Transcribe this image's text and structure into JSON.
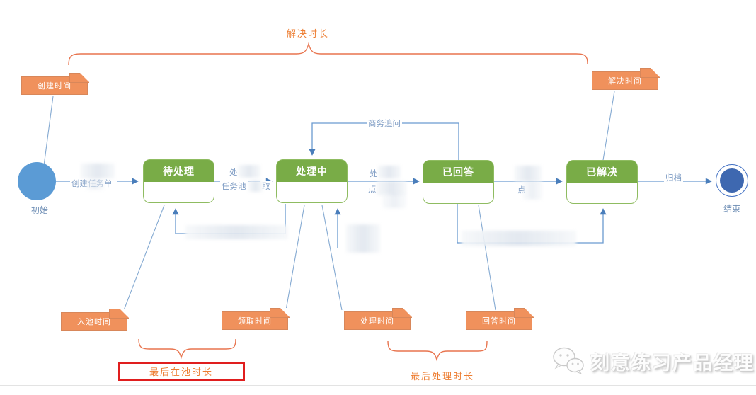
{
  "nodes": {
    "start": {
      "label": "初始"
    },
    "end": {
      "label": "结束"
    },
    "states": [
      {
        "label": "待处理"
      },
      {
        "label": "处理中"
      },
      {
        "label": "已回答"
      },
      {
        "label": "已解决"
      }
    ]
  },
  "tags": [
    {
      "label": "创建时间"
    },
    {
      "label": "入池时间"
    },
    {
      "label": "领取时间"
    },
    {
      "label": "处理时间"
    },
    {
      "label": "回答时间"
    },
    {
      "label": "解决时间"
    }
  ],
  "edges": {
    "create_label": "创建任务单",
    "claim_line1": "处",
    "claim_line2a": "任务池",
    "claim_line2b": "取",
    "process_line1": "处",
    "process_line2": "点",
    "resolve_line2": "点",
    "followup_label": "商务追问",
    "archive_label": "归档"
  },
  "braces": {
    "top_label": "解决时长",
    "pool_label": "最后在池时长",
    "process_label": "最后处理时长"
  },
  "watermark": {
    "text": "刻意练习产品经理"
  },
  "colors": {
    "state_green": "#79ac47",
    "state_border": "#8fbc61",
    "tag_orange": "#f0915c",
    "brace_orange": "#e8744e",
    "line_blue": "#5b9bd5",
    "arrow_blue": "#4a7ebb",
    "start_blue": "#5b9bd5",
    "end_blue": "#3e68b0",
    "red_box": "#e01e1e"
  }
}
